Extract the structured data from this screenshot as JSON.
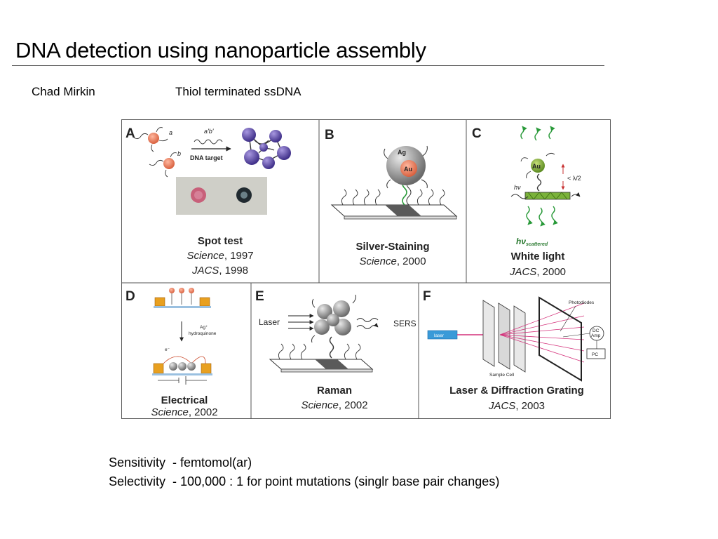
{
  "slide": {
    "title": "DNA detection using nanoparticle assembly",
    "author": "Chad Mirkin",
    "subtitle": "Thiol terminated ssDNA"
  },
  "panels": [
    {
      "letter": "A",
      "name": "Spot test",
      "refs": [
        {
          "journal": "Science",
          "year": ", 1997"
        },
        {
          "journal": "JACS",
          "year": ", 1998"
        }
      ],
      "labels": {
        "a": "a",
        "b": "b",
        "ab": "a'b'",
        "target": "DNA target"
      }
    },
    {
      "letter": "B",
      "name": "Silver-Staining",
      "refs": [
        {
          "journal": "Science",
          "year": ", 2000"
        }
      ],
      "labels": {
        "ag": "Ag",
        "au": "Au"
      }
    },
    {
      "letter": "C",
      "name": "White light",
      "refs": [
        {
          "journal": "JACS",
          "year": ", 2000"
        }
      ],
      "labels": {
        "au": "Au",
        "hv": "hν",
        "lambda": "< λ/2",
        "hv_scat": "hν",
        "scattered": "scattered"
      }
    },
    {
      "letter": "D",
      "name": "Electrical",
      "refs": [
        {
          "journal": "Science",
          "year": ", 2002"
        }
      ],
      "labels": {
        "ag": "Ag⁺",
        "hydroquinone": "hydroquinone",
        "electron": "e⁻"
      }
    },
    {
      "letter": "E",
      "name": "Raman",
      "refs": [
        {
          "journal": "Science",
          "year": ", 2002"
        }
      ],
      "labels": {
        "laser": "Laser",
        "sers": "SERS"
      }
    },
    {
      "letter": "F",
      "name": "Laser & Diffraction Grating",
      "refs": [
        {
          "journal": "JACS",
          "year": ", 2003"
        }
      ],
      "labels": {
        "laser": "laser",
        "photodiodes": "Photodiodes",
        "dcamp1": "DC",
        "dcamp2": "Amp",
        "pc": "PC",
        "cell": "Sample Cell"
      }
    }
  ],
  "footer": {
    "sensitivity_label": "Sensitivity",
    "sensitivity_value": "- femtomol(ar)",
    "selectivity_label": "Selectivity",
    "selectivity_value": "- 100,000 : 1 for point mutations (singlr base pair changes)"
  },
  "colors": {
    "gold_np": "#e0785a",
    "purple_np": "#5a4aa0",
    "silver": "#9a9a9a",
    "dna_green": "#2a9a3a",
    "laser_pink": "#d4307a",
    "laser_blue": "#3a9ad8"
  }
}
